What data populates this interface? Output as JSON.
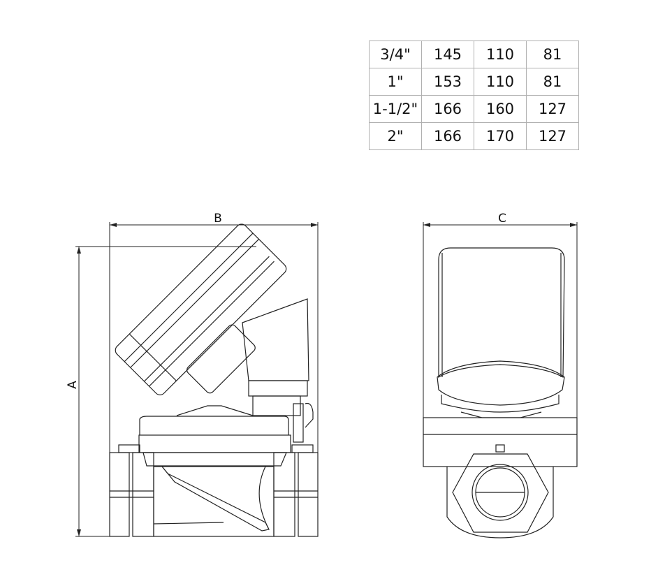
{
  "dimension_table": {
    "rows": [
      [
        "3/4\"",
        "145",
        "110",
        "81"
      ],
      [
        "1\"",
        "153",
        "110",
        "81"
      ],
      [
        "1-1/2\"",
        "166",
        "160",
        "127"
      ],
      [
        "2\"",
        "166",
        "170",
        "127"
      ]
    ]
  },
  "side_view": {
    "height_label": "A",
    "width_label": "B"
  },
  "front_view": {
    "width_label": "C"
  }
}
